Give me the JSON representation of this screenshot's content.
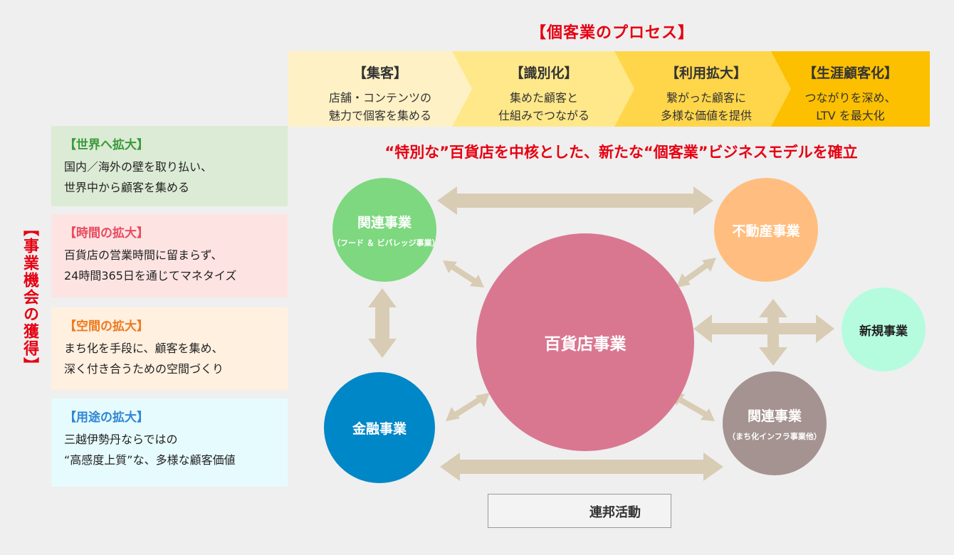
{
  "process": {
    "title": "【個客業のプロセス】",
    "stages": [
      {
        "title": "【集客】",
        "desc": "店舗・コンテンツの\n魅力で個客を集める"
      },
      {
        "title": "【識別化】",
        "desc": "集めた顧客と\n仕組みでつながる"
      },
      {
        "title": "【利用拡大】",
        "desc": "繋がった顧客に\n多様な価値を提供"
      },
      {
        "title": "【生涯顧客化】",
        "desc": "つながりを深め、\nLTV を最大化"
      }
    ]
  },
  "opportunity": {
    "label": "【事業機会の獲得】",
    "items": [
      {
        "title": "【世界へ拡大】",
        "desc": "国内／海外の壁を取り払い、\n世界中から顧客を集める"
      },
      {
        "title": "【時間の拡大】",
        "desc": "百貨店の営業時間に留まらず、\n24時間365日を通じてマネタイズ"
      },
      {
        "title": "【空間の拡大】",
        "desc": "まち化を手段に、顧客を集め、\n深く付き合うための空間づくり"
      },
      {
        "title": "【用途の拡大】",
        "desc": "三越伊勢丹ならではの\n“高感度上質”な、多様な顧客価値"
      }
    ]
  },
  "headline": "“特別な”百貨店を中核とした、新たな“個客業”ビジネスモデルを確立",
  "businesses": {
    "center": {
      "label": "百貨店事業"
    },
    "related_food": {
      "label": "関連事業",
      "sub": "（フード ＆ ビバレッジ事業）"
    },
    "real_estate": {
      "label": "不動産事業"
    },
    "finance": {
      "label": "金融事業"
    },
    "related_infra": {
      "label": "関連事業",
      "sub": "（まち化インフラ事業他）"
    },
    "new_business": {
      "label": "新規事業"
    }
  },
  "legend": {
    "label": "連邦活動",
    "icon": "double-arrow-icon"
  },
  "colors": {
    "accent_red": "#e60012",
    "arrow": "#d9ccb4",
    "center": "#d97791",
    "food": "#7dd87f",
    "real_estate": "#ffbe7f",
    "finance": "#0087c7",
    "infra": "#a49390",
    "new": "#b5fcdf"
  }
}
